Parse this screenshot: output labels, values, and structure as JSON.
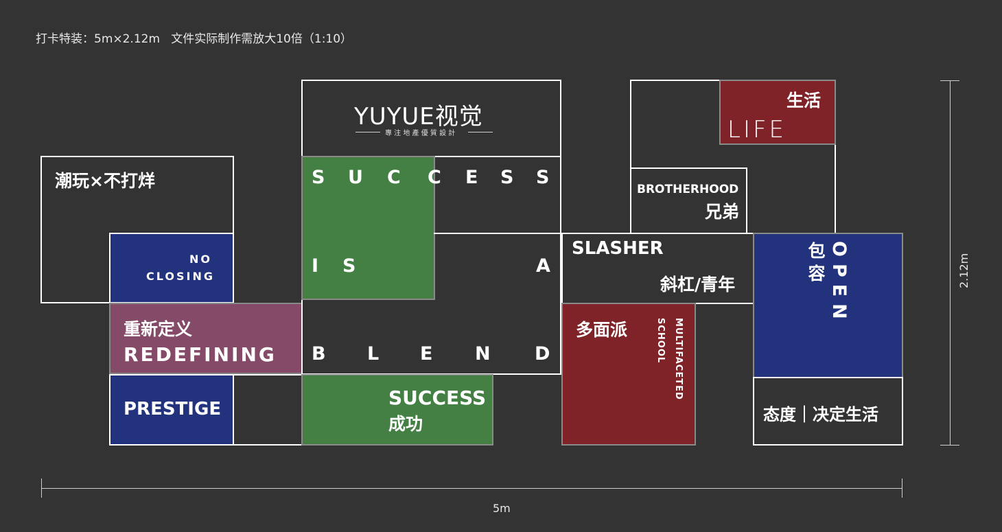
{
  "header": {
    "spec": "打卡特装：5m×2.12m   文件实际制作需放大10倍（1:10）"
  },
  "dimensions": {
    "width_label": "5m",
    "height_label": "2.12m"
  },
  "logo": {
    "text": "YUYUE视觉",
    "tagline": "專 注 地 產 優 質 設 計"
  },
  "panels": {
    "trendy": "潮玩×不打烊",
    "no_closing_1": "NO",
    "no_closing_2": "CLOSING",
    "redefining_cn": "重新定义",
    "redefining_en": "REDEFINING",
    "prestige": "PRESTIGE",
    "success_letters": [
      "S",
      "U",
      "C",
      "C",
      "E",
      "S",
      "S"
    ],
    "is_letters": [
      "I",
      "S"
    ],
    "a_letter": "A",
    "blend_letters": [
      "B",
      "L",
      "E",
      "N",
      "D"
    ],
    "success_en": "SUCCESS",
    "success_cn": "成功",
    "life_cn": "生活",
    "life_en": "LIFE",
    "brotherhood_en": "BROTHERHOOD",
    "brotherhood_cn": "兄弟",
    "slasher_en": "SLASHER",
    "slasher_cn": "斜杠/青年",
    "multifaceted_cn": "多面派",
    "multifaceted_en_1": "MULTIFACETED",
    "multifaceted_en_2": "SCHOOL",
    "open_en": "OPEN",
    "open_cn": "包容",
    "attitude": "态度｜决定生活"
  },
  "colors": {
    "background": "#333333",
    "blue": "#22327c",
    "green": "#447f43",
    "red": "#7f2328",
    "mauve": "#844a68",
    "outline": "#ffffff"
  }
}
